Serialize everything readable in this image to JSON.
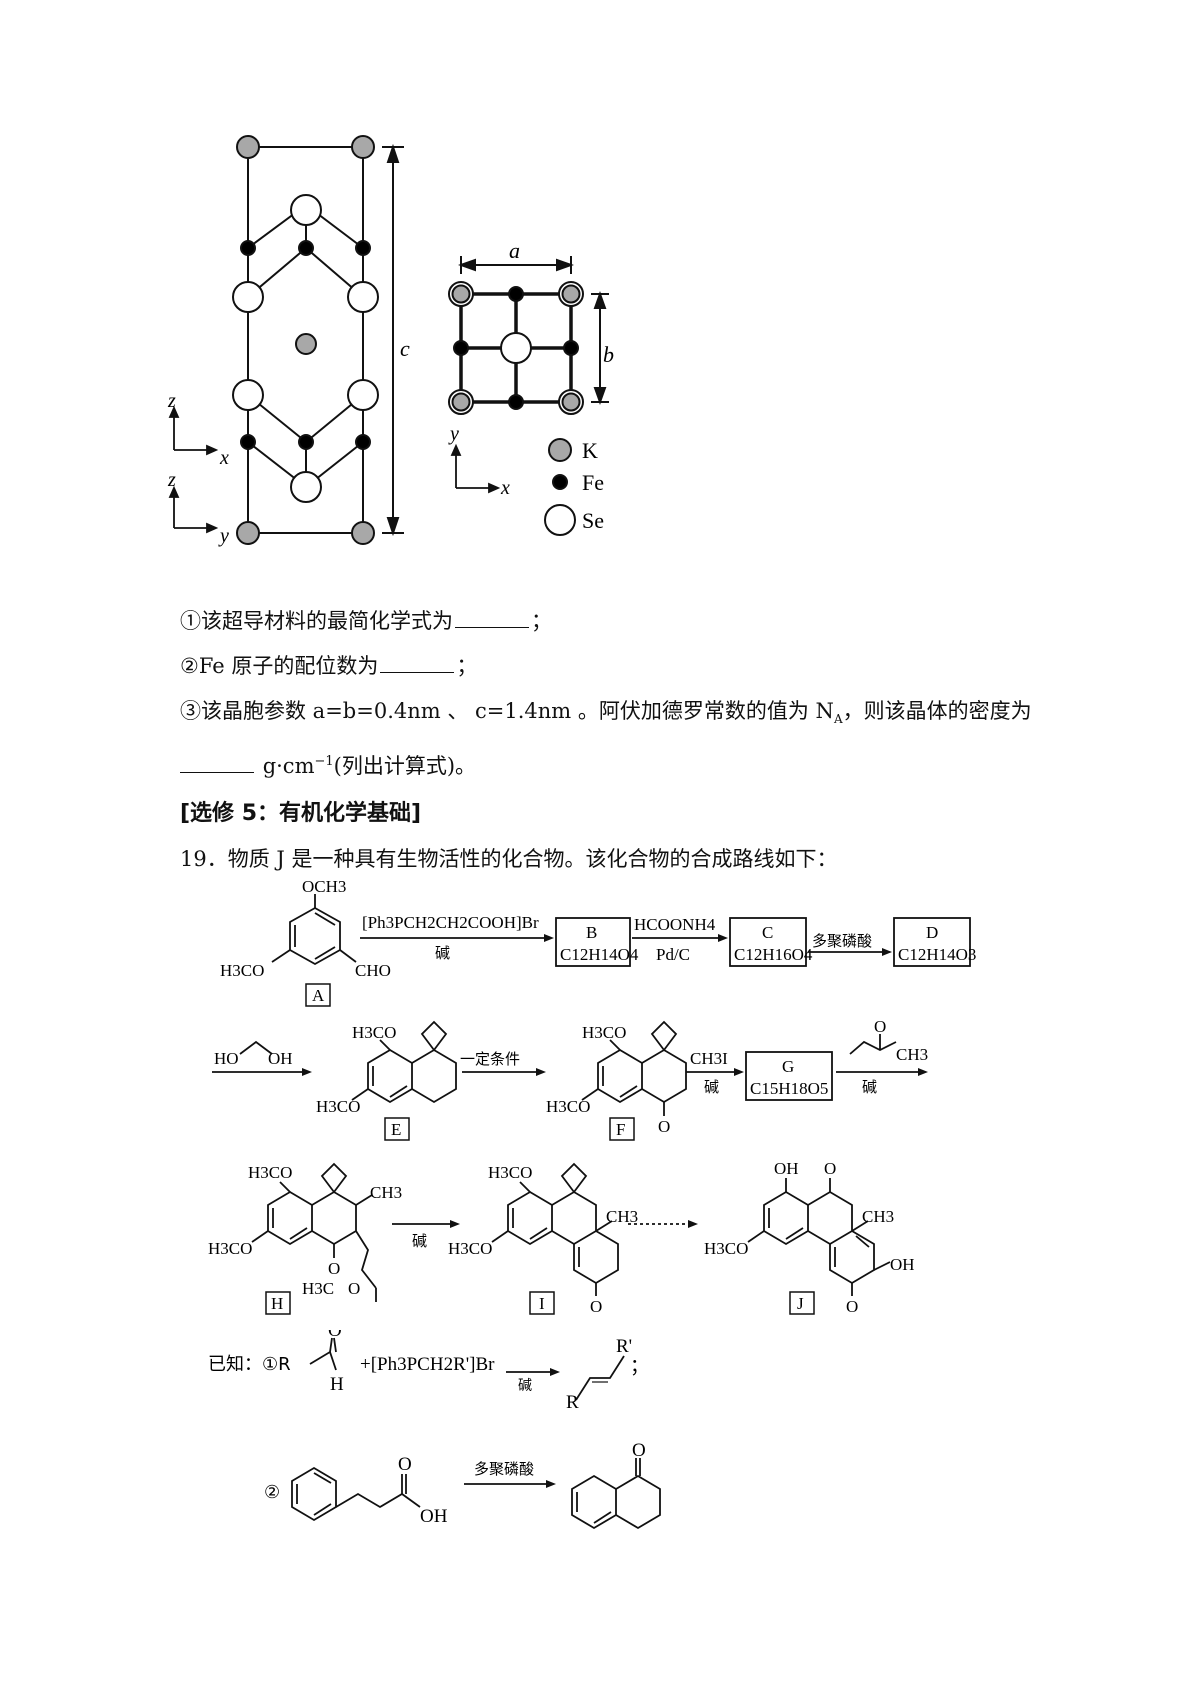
{
  "crystal": {
    "dim_a": "a",
    "dim_b": "b",
    "dim_c": "c",
    "axes_xz": [
      "x",
      "z"
    ],
    "axes_yz": [
      "y",
      "z"
    ],
    "axes_xy": [
      "x",
      "y"
    ],
    "legend": [
      {
        "label": "K",
        "color": "#a8a8a8"
      },
      {
        "label": "Fe",
        "color": "#000000"
      },
      {
        "label": "Se",
        "color": "#ffffff"
      }
    ]
  },
  "questions": {
    "q1": "①该超导材料的最简化学式为",
    "q1_end": "；",
    "q2": "②Fe 原子的配位数为",
    "q2_end": "；",
    "q3": "③该晶胞参数 a=b=0.4nm 、 c=1.4nm 。阿伏加德罗常数的值为 N",
    "q3_sub": "A",
    "q3_end": "，则该晶体的密度为",
    "q4_unit": "g·cm",
    "q4_sup": "−1",
    "q4_end": "(列出计算式)。"
  },
  "section_title": "[选修 5：有机化学基础]",
  "problem": "19．物质 J 是一种具有生物活性的化合物。该化合物的合成路线如下：",
  "route": {
    "A": {
      "box": "A",
      "och3_top": "OCH3",
      "h3co": "H3CO",
      "cho": "CHO"
    },
    "reagent_AB_top": "[Ph3PCH2CH2COOH]Br",
    "reagent_AB_bottom": "碱",
    "B": {
      "name": "B",
      "formula": "C12H14O4"
    },
    "reagent_BC_top": "HCOONH4",
    "reagent_BC_bottom": "Pd/C",
    "C": {
      "name": "C",
      "formula": "C12H16O4"
    },
    "reagent_CD": "多聚磷酸",
    "D": {
      "name": "D",
      "formula": "C12H14O3"
    },
    "reagent_DE_left": "HO",
    "reagent_DE_right": "OH",
    "E": {
      "box": "E",
      "h3co_top": "H3CO",
      "h3co_left": "H3CO"
    },
    "reagent_EF": "一定条件",
    "F": {
      "box": "F",
      "h3co_top": "H3CO",
      "h3co_left": "H3CO"
    },
    "reagent_FG_top": "CH3I",
    "reagent_FG_bottom": "碱",
    "G": {
      "name": "G",
      "formula": "C15H18O5"
    },
    "reagent_GH_top": "CH3",
    "reagent_GH_bottom": "碱",
    "H": {
      "box": "H",
      "h3co_top": "H3CO",
      "h3co_left": "H3CO",
      "ch3": "CH3",
      "h3c": "H3C"
    },
    "reagent_HI": "碱",
    "I": {
      "box": "I",
      "h3co_top": "H3CO",
      "h3co_left": "H3CO",
      "ch3": "CH3"
    },
    "J": {
      "box": "J",
      "oh_top": "OH",
      "h3co_left": "H3CO",
      "ch3": "CH3",
      "oh_right": "OH"
    }
  },
  "known": {
    "prefix": "已知：①R",
    "h": "H",
    "reagent": "+[Ph3PCH2R']Br",
    "condition": "碱",
    "prod_r1": "R'",
    "prod_r2": "R",
    "end": "；",
    "item2": "②",
    "oh": "OH",
    "reagent2": "多聚磷酸"
  }
}
